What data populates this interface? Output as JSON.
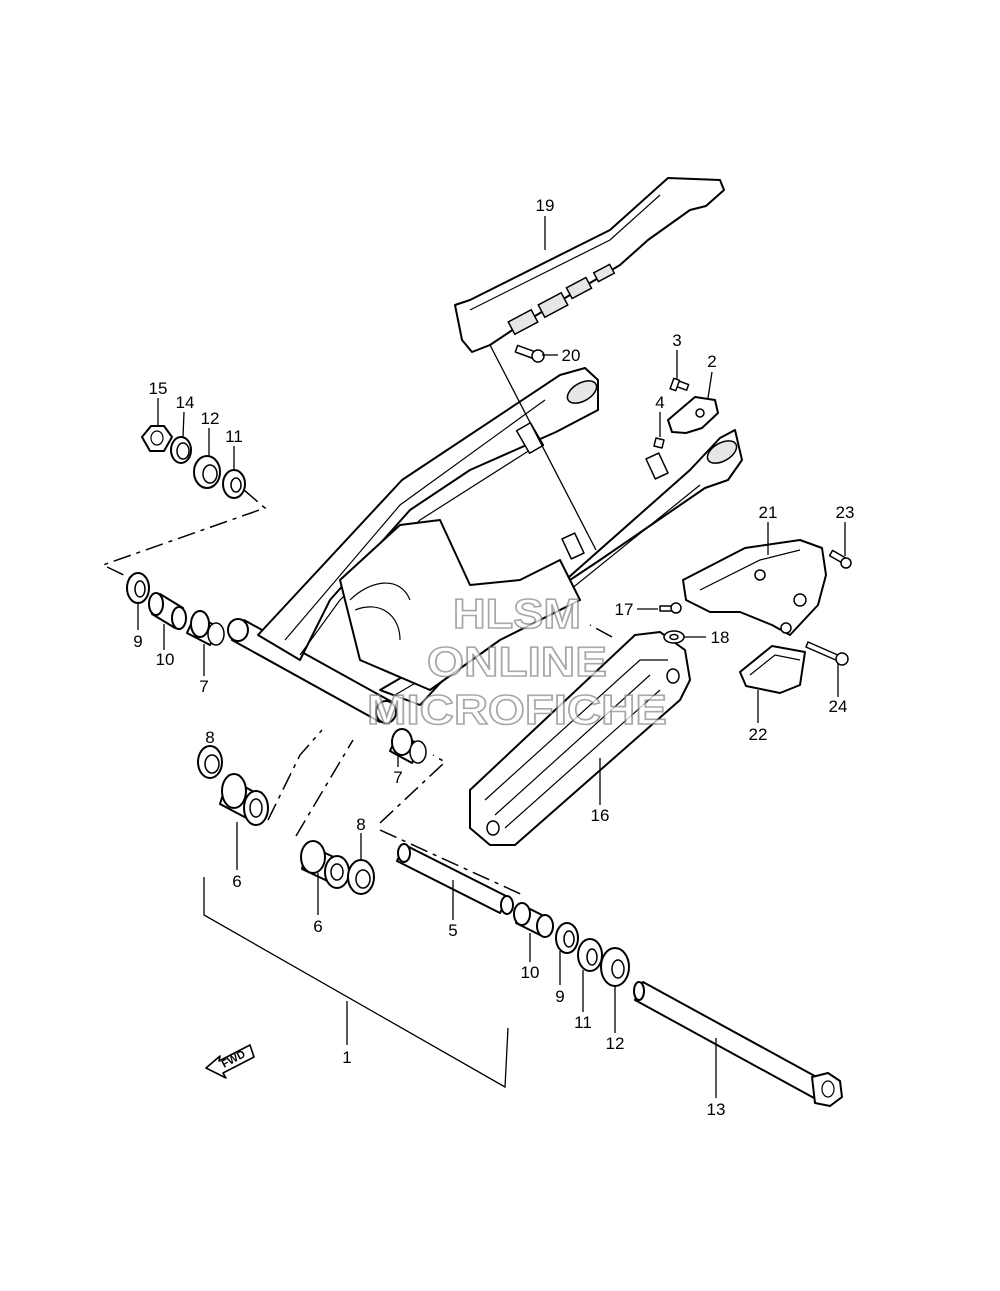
{
  "watermark": {
    "line1": "HLSM",
    "line2": "ONLINE",
    "line3": "MICROFICHE"
  },
  "fwd_arrow": {
    "label": "FWD"
  },
  "callouts": {
    "c1": "1",
    "c2": "2",
    "c3": "3",
    "c4": "4",
    "c5": "5",
    "c6a": "6",
    "c6b": "6",
    "c7a": "7",
    "c7b": "7",
    "c8a": "8",
    "c8b": "8",
    "c9a": "9",
    "c9b": "9",
    "c10a": "10",
    "c10b": "10",
    "c11a": "11",
    "c11b": "11",
    "c12a": "12",
    "c12b": "12",
    "c13": "13",
    "c14": "14",
    "c15": "15",
    "c16": "16",
    "c17": "17",
    "c18": "18",
    "c19": "19",
    "c20": "20",
    "c21": "21",
    "c22": "22",
    "c23": "23",
    "c24": "24"
  }
}
